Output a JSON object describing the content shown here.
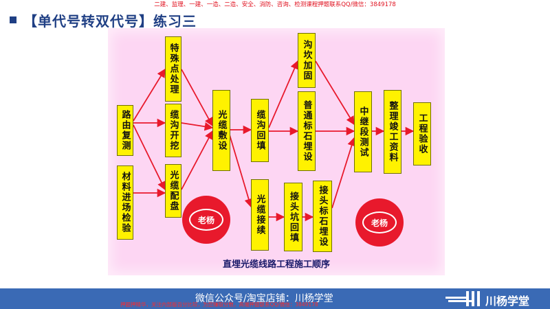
{
  "top_banner": "二建、监理、一建、一造、二造、安全、消防、咨询、检测课程押题联系QQ/微信：3849178",
  "title": "【单代号转双代号】练习三",
  "nodes": {
    "road_survey": "路由复测",
    "material_inspection": "材料进场检验",
    "special_point": "特殊点处理",
    "trench_dig": "缆沟开挖",
    "cable_distribution": "光缆配盘",
    "cable_laying": "光缆敷设",
    "trench_backfill": "缆沟回填",
    "cable_splice": "光缆接续",
    "trench_reinforce": "沟坎加固",
    "normal_marker": "普通标石埋设",
    "splice_pit_backfill": "接头坑回填",
    "splice_marker": "接头标石埋设",
    "relay_test": "中继段测试",
    "doc_compile": "整理竣工资料",
    "acceptance": "工程验收"
  },
  "caption": "直埋光缆线路工程施工顺序",
  "seal": {
    "name": "老杨"
  },
  "footer": {
    "wechat": "微信公众号/淘宝店铺：川杨学堂",
    "promo": "押题押精华，关注内部版百分比较，为您赚取分数，高端押题联系QQ/微信：3849178",
    "brand": "川杨学堂"
  },
  "colors": {
    "node_fill": "#fff200",
    "arrow": "#e8192c",
    "panel": "#fdd6f3",
    "title": "#1f3f84"
  }
}
